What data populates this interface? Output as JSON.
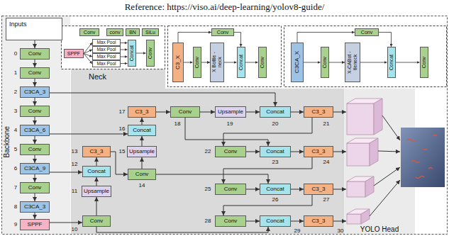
{
  "diagram": {
    "title": "Reference: https://viso.ai/deep-learning/yolov8-guide/",
    "nodes": [
      {
        "text": [
          "Inputs"
        ]
      },
      {
        "text": [
          "Backbone"
        ]
      },
      {
        "text": [
          "Conv"
        ],
        "in": 1
      },
      {
        "text": [
          "Conv"
        ],
        "in": 1
      },
      {
        "text": [
          "C3CA_3"
        ],
        "in": 1
      },
      {
        "text": [
          "Conv"
        ],
        "in": 1
      },
      {
        "text": [
          "C3CA_6"
        ],
        "in": 1
      },
      {
        "text": [
          "Conv"
        ],
        "in": 1
      },
      {
        "text": [
          "C3CA_9"
        ],
        "in": 1
      },
      {
        "text": [
          "Conv"
        ],
        "in": 1
      },
      {
        "text": [
          "C3CA_3"
        ],
        "in": 1
      },
      {
        "text": [
          "SPPF"
        ],
        "in": 1
      },
      {
        "text": [
          "Conv"
        ]
      },
      {
        "text": [
          "conv"
        ]
      },
      {
        "text": [
          "BN"
        ]
      },
      {
        "text": [
          "SiLu"
        ]
      },
      {
        "text": [
          "SPPF"
        ]
      },
      {
        "text": [
          "Max Pool"
        ]
      },
      {
        "text": [
          "Max Pool"
        ]
      },
      {
        "text": [
          "Max Pool"
        ]
      },
      {
        "text": [
          "Max Pool"
        ]
      },
      {
        "text": [
          "Concat"
        ]
      },
      {
        "text": [
          "Conv"
        ]
      },
      {
        "text": [
          "Conv"
        ]
      },
      {
        "text": [
          "C3_X"
        ]
      },
      {
        "text": [
          "Conv"
        ]
      },
      {
        "text": [
          "X Bottle -neck"
        ]
      },
      {
        "text": [
          "Concat"
        ]
      },
      {
        "text": [
          "Conv"
        ]
      },
      {
        "text": [
          "Conv"
        ]
      },
      {
        "text": [
          "C3CA_X"
        ]
      },
      {
        "text": [
          "Conv"
        ]
      },
      {
        "text": [
          "X-CABot -tleneck"
        ]
      },
      {
        "text": [
          "Concat"
        ]
      },
      {
        "text": [
          "Conv"
        ]
      },
      {
        "text": [
          "Neck"
        ]
      },
      {
        "text": [
          "Conv"
        ],
        "in": 35
      },
      {
        "text": [
          "Upsample"
        ],
        "in": 35
      },
      {
        "text": [
          "Concat"
        ],
        "in": 35
      },
      {
        "text": [
          "C3_3"
        ],
        "in": 35
      },
      {
        "text": [
          "Conv"
        ],
        "in": 35
      },
      {
        "text": [
          "Upsample"
        ],
        "in": 35
      },
      {
        "text": [
          "Concat"
        ],
        "in": 35
      },
      {
        "text": [
          "C3_3"
        ],
        "in": 35
      },
      {
        "text": [
          "Conv"
        ],
        "in": 35
      },
      {
        "text": [
          "Upsample"
        ],
        "in": 35
      },
      {
        "text": [
          "Concat"
        ],
        "in": 35
      },
      {
        "text": [
          "C3_3"
        ],
        "in": 35
      },
      {
        "text": [
          "Conv"
        ],
        "in": 35
      },
      {
        "text": [
          "Concat"
        ],
        "in": 35
      },
      {
        "text": [
          "C3_3"
        ],
        "in": 35
      },
      {
        "text": [
          "Conv"
        ],
        "in": 35
      },
      {
        "text": [
          "Concat"
        ],
        "in": 35
      },
      {
        "text": [
          "C3_3"
        ],
        "in": 35
      },
      {
        "text": [
          "Conv"
        ],
        "in": 35
      },
      {
        "text": [
          "Concat"
        ],
        "in": 35
      },
      {
        "text": [
          "C3_3"
        ],
        "in": 35
      },
      {
        "text": [
          "YOLO Head"
        ]
      }
    ],
    "edges": [
      {
        "from": 0,
        "to": 2,
        "arrow": "to"
      },
      {
        "from": 2,
        "to": 3,
        "arrow": "to"
      },
      {
        "from": 3,
        "to": 4,
        "arrow": "to"
      },
      {
        "from": 4,
        "to": 5,
        "arrow": "to"
      },
      {
        "from": 5,
        "to": 6,
        "arrow": "to"
      },
      {
        "from": 6,
        "to": 7,
        "arrow": "to"
      },
      {
        "from": 7,
        "to": 8,
        "arrow": "to"
      },
      {
        "from": 8,
        "to": 9,
        "arrow": "to"
      },
      {
        "from": 9,
        "to": 10,
        "arrow": "to"
      },
      {
        "from": 10,
        "to": 11,
        "arrow": "to"
      },
      {
        "from": 11,
        "to": 36,
        "arrow": "to"
      },
      {
        "from": 36,
        "to": 37,
        "arrow": "to"
      },
      {
        "from": 37,
        "to": 38,
        "arrow": "to"
      },
      {
        "from": 38,
        "to": 39,
        "arrow": "to"
      },
      {
        "from": 8,
        "to": 38,
        "arrow": "to"
      },
      {
        "from": 39,
        "to": 40,
        "arrow": "to"
      },
      {
        "from": 40,
        "to": 41,
        "arrow": "to"
      },
      {
        "from": 41,
        "to": 42,
        "arrow": "to"
      },
      {
        "from": 42,
        "to": 43,
        "arrow": "to"
      },
      {
        "from": 6,
        "to": 42,
        "arrow": "to"
      },
      {
        "from": 43,
        "to": 44,
        "arrow": "to"
      },
      {
        "from": 44,
        "to": 45,
        "arrow": "to"
      },
      {
        "from": 45,
        "to": 46,
        "arrow": "to"
      },
      {
        "from": 46,
        "to": 47,
        "arrow": "to"
      },
      {
        "from": 4,
        "to": 46,
        "arrow": "to"
      },
      {
        "from": 47,
        "to": 48,
        "arrow": "to"
      },
      {
        "from": 48,
        "to": 49,
        "arrow": "to"
      },
      {
        "from": 44,
        "to": 49,
        "arrow": "to"
      },
      {
        "from": 49,
        "to": 50,
        "arrow": "to"
      },
      {
        "from": 50,
        "to": 51,
        "arrow": "to"
      },
      {
        "from": 51,
        "to": 52,
        "arrow": "to"
      },
      {
        "from": 40,
        "to": 52,
        "arrow": "to"
      },
      {
        "from": 52,
        "to": 53,
        "arrow": "to"
      },
      {
        "from": 53,
        "to": 54,
        "arrow": "to"
      },
      {
        "from": 54,
        "to": 55,
        "arrow": "to"
      },
      {
        "from": 36,
        "to": 55,
        "arrow": "to"
      },
      {
        "from": 55,
        "to": 56,
        "arrow": "to"
      },
      {
        "from": 16,
        "to": 17,
        "arrow": "to"
      },
      {
        "from": 16,
        "to": 18,
        "arrow": "to"
      },
      {
        "from": 16,
        "to": 19,
        "arrow": "to"
      },
      {
        "from": 16,
        "to": 20,
        "arrow": "to"
      },
      {
        "from": 17,
        "to": 21,
        "arrow": "to"
      },
      {
        "from": 18,
        "to": 21,
        "arrow": "to"
      },
      {
        "from": 19,
        "to": 21,
        "arrow": "to"
      },
      {
        "from": 20,
        "to": 21,
        "arrow": "to"
      },
      {
        "from": 21,
        "to": 22,
        "arrow": "to"
      },
      {
        "from": 24,
        "to": 25,
        "arrow": "to"
      },
      {
        "from": 25,
        "to": 26,
        "arrow": "to"
      },
      {
        "from": 26,
        "to": 27,
        "arrow": "to"
      },
      {
        "from": 27,
        "to": 28,
        "arrow": "to"
      },
      {
        "from": 24,
        "to": 23,
        "arrow": "to"
      },
      {
        "from": 23,
        "to": 27,
        "arrow": "to"
      },
      {
        "from": 30,
        "to": 31,
        "arrow": "to"
      },
      {
        "from": 31,
        "to": 32,
        "arrow": "to"
      },
      {
        "from": 32,
        "to": 33,
        "arrow": "to"
      },
      {
        "from": 33,
        "to": 34,
        "arrow": "to"
      },
      {
        "from": 30,
        "to": 29,
        "arrow": "to"
      },
      {
        "from": 29,
        "to": 33,
        "arrow": "to"
      }
    ],
    "labels": [
      "0",
      "1",
      "2",
      "3",
      "4",
      "5",
      "6",
      "7",
      "8",
      "9",
      "10",
      "11",
      "12",
      "13",
      "14",
      "15",
      "16",
      "17",
      "18",
      "19",
      "20",
      "21",
      "22",
      "23",
      "24",
      "25",
      "26",
      "27",
      "28",
      "29",
      "30"
    ]
  }
}
